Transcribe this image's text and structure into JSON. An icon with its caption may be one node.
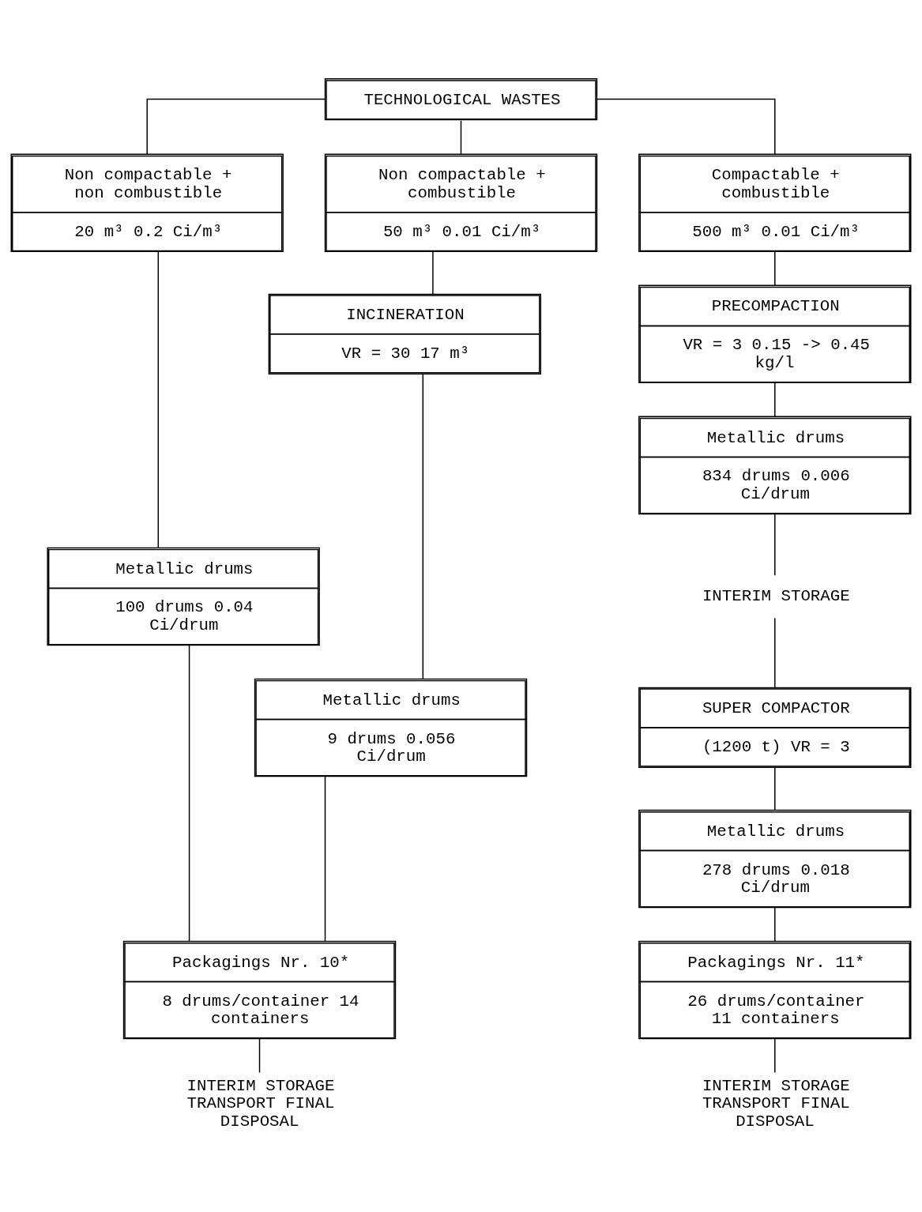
{
  "diagram": {
    "nodes": [
      {
        "text": [
          "TECHNOLOGICAL WASTES"
        ]
      },
      {
        "text": [
          "Non compactable + non combustible",
          "20 m³ 0.2 Ci/m³"
        ]
      },
      {
        "text": [
          "Non compactable + combustible",
          "50 m³ 0.01 Ci/m³"
        ]
      },
      {
        "text": [
          "Compactable + combustible",
          "500 m³ 0.01 Ci/m³"
        ]
      },
      {
        "text": [
          "Metallic drums",
          "100 drums 0.04 Ci/drum"
        ]
      },
      {
        "text": [
          "INCINERATION",
          "VR = 30 17 m³"
        ]
      },
      {
        "text": [
          "PRECOMPACTION",
          "VR = 3 0.15 -> 0.45 kg/l"
        ]
      },
      {
        "text": [
          "Metallic drums",
          "9 drums 0.056 Ci/drum"
        ]
      },
      {
        "text": [
          "Metallic drums",
          "834 drums 0.006 Ci/drum"
        ]
      },
      {
        "text": [
          "INTERIM STORAGE"
        ]
      },
      {
        "text": [
          "SUPER COMPACTOR",
          "(1200 t) VR = 3"
        ]
      },
      {
        "text": [
          "Metallic drums",
          "278 drums 0.018 Ci/drum"
        ]
      },
      {
        "text": [
          "Packagings Nr. 10*",
          "8 drums/container 14 containers"
        ]
      },
      {
        "text": [
          "Packagings Nr. 11*",
          "26 drums/container 11 containers"
        ]
      },
      {
        "text": [
          "INTERIM STORAGE TRANSPORT FINAL DISPOSAL"
        ]
      },
      {
        "text": [
          "INTERIM STORAGE TRANSPORT FINAL DISPOSAL"
        ]
      }
    ],
    "edges": [
      {
        "from": 0,
        "to": 1,
        "arrow": "none"
      },
      {
        "from": 0,
        "to": 2,
        "arrow": "none"
      },
      {
        "from": 0,
        "to": 3,
        "arrow": "none"
      },
      {
        "from": 1,
        "to": 4,
        "arrow": "none"
      },
      {
        "from": 2,
        "to": 5,
        "arrow": "none"
      },
      {
        "from": 3,
        "to": 6,
        "arrow": "none"
      },
      {
        "from": 4,
        "to": 12,
        "arrow": "none"
      },
      {
        "from": 5,
        "to": 7,
        "arrow": "none"
      },
      {
        "from": 7,
        "to": 12,
        "arrow": "none"
      },
      {
        "from": 6,
        "to": 8,
        "arrow": "none"
      },
      {
        "from": 8,
        "to": 9,
        "arrow": "none"
      },
      {
        "from": 9,
        "to": 10,
        "arrow": "none"
      },
      {
        "from": 10,
        "to": 11,
        "arrow": "none"
      },
      {
        "from": 11,
        "to": 13,
        "arrow": "none"
      },
      {
        "from": 12,
        "to": 14,
        "arrow": "none"
      },
      {
        "from": 13,
        "to": 15,
        "arrow": "none"
      }
    ]
  }
}
